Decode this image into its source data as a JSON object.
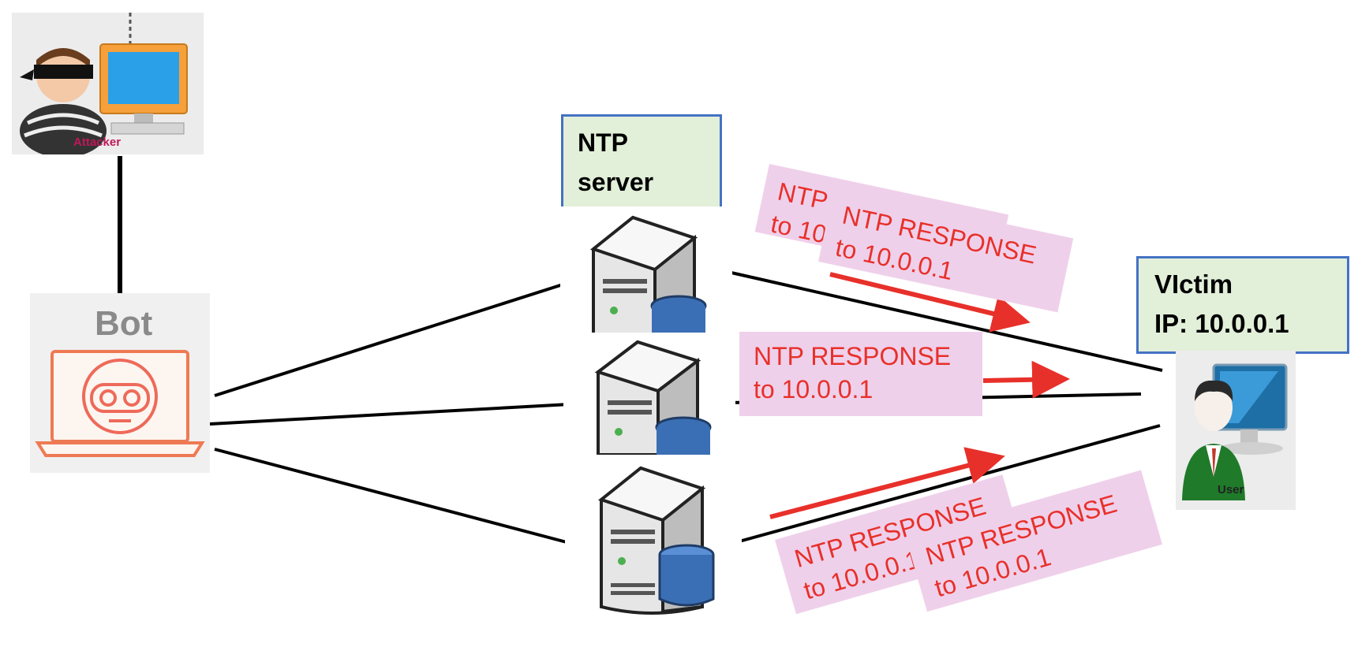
{
  "attacker": {
    "label": "Attacker",
    "icon": "attacker-icon"
  },
  "bot": {
    "label": "Bot",
    "icon": "bot-laptop-icon"
  },
  "ntp_server": {
    "label_line1": "NTP",
    "label_line2": "server"
  },
  "victim": {
    "title": "VIctim",
    "ip": "IP: 10.0.0.1",
    "user_label": "User",
    "icon": "user-computer-icon"
  },
  "packets": [
    {
      "line1": "NTP RESPONSE",
      "line2": "to 10.0.0.1"
    },
    {
      "line1": "NTP RESPONSE",
      "line2": "to 10.0.0.1"
    },
    {
      "line1": "NTP RESPONSE",
      "line2": "to 10.0.0.1"
    },
    {
      "line1": "NTP RESPONSE",
      "line2": "to 10.0.0.1"
    },
    {
      "line1": "NTP RESPONSE",
      "line2": "to 10.0.0.1"
    }
  ],
  "colors": {
    "packet_bg": "#efd0ea",
    "packet_text": "#e8302a",
    "arrow": "#e8302a",
    "box_bg": "#e2efd9",
    "box_border": "#4472c4"
  }
}
